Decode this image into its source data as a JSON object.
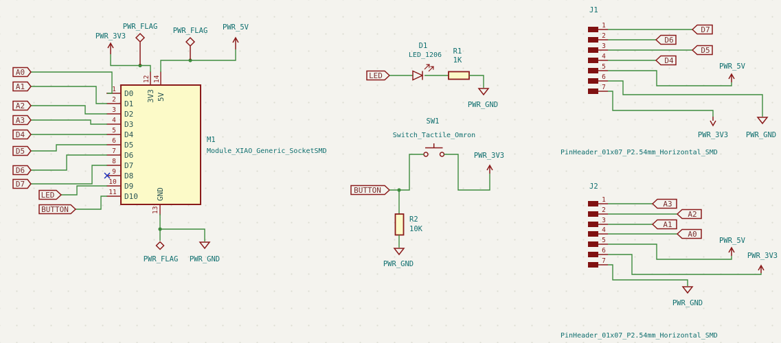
{
  "colors": {
    "bg": "#F4F3EE",
    "wire": "#3D8B3D",
    "sym": "#8A1A1A",
    "teal": "#0E6E6E",
    "fill": "#FCFAC8",
    "nc": "#2233BB"
  },
  "module": {
    "ref": "M1",
    "value": "Module_XIAO_Generic_SocketSMD",
    "left_pins": [
      {
        "num": "1",
        "name": "D0"
      },
      {
        "num": "2",
        "name": "D1"
      },
      {
        "num": "3",
        "name": "D2"
      },
      {
        "num": "4",
        "name": "D3"
      },
      {
        "num": "5",
        "name": "D4"
      },
      {
        "num": "6",
        "name": "D5"
      },
      {
        "num": "7",
        "name": "D6"
      },
      {
        "num": "8",
        "name": "D7"
      },
      {
        "num": "9",
        "name": "D8"
      },
      {
        "num": "10",
        "name": "D9"
      },
      {
        "num": "11",
        "name": "D10"
      }
    ],
    "top_pins": [
      {
        "num": "12",
        "name": "3V3"
      },
      {
        "num": "14",
        "name": "5V"
      }
    ],
    "bottom_pin": {
      "num": "13",
      "name": "GND"
    },
    "input_labels": [
      "A0",
      "A1",
      "A2",
      "A3",
      "D4",
      "D5",
      "D6",
      "D7",
      "LED",
      "BUTTON"
    ],
    "power_top": {
      "pwr_3v3": "PWR_3V3",
      "flag1": "PWR_FLAG",
      "flag2": "PWR_FLAG",
      "pwr_5v": "PWR_5V"
    },
    "power_bottom": {
      "flag": "PWR_FLAG",
      "gnd": "PWR_GND"
    }
  },
  "led_circuit": {
    "label": "LED",
    "ref": "D1",
    "value": "LED_1206",
    "r_ref": "R1",
    "r_value": "1K",
    "gnd": "PWR_GND"
  },
  "button_circuit": {
    "label": "BUTTON",
    "ref": "SW1",
    "value": "Switch_Tactile_Omron",
    "pwr": "PWR_3V3",
    "r_ref": "R2",
    "r_value": "10K",
    "gnd": "PWR_GND"
  },
  "j1": {
    "ref": "J1",
    "footprint": "PinHeader_01x07_P2.54mm_Horizontal_SMD",
    "pins": [
      "1",
      "2",
      "3",
      "4",
      "5",
      "6",
      "7"
    ],
    "labels": [
      "D7",
      "D6",
      "D5",
      "D4"
    ],
    "pwr_5v": "PWR_5V",
    "pwr_3v3": "PWR_3V3",
    "pwr_gnd": "PWR_GND"
  },
  "j2": {
    "ref": "J2",
    "footprint": "PinHeader_01x07_P2.54mm_Horizontal_SMD",
    "pins": [
      "1",
      "2",
      "3",
      "4",
      "5",
      "6",
      "7"
    ],
    "labels": [
      "A3",
      "A2",
      "A1",
      "A0"
    ],
    "pwr_5v": "PWR_5V",
    "pwr_3v3": "PWR_3V3",
    "pwr_gnd": "PWR_GND"
  }
}
